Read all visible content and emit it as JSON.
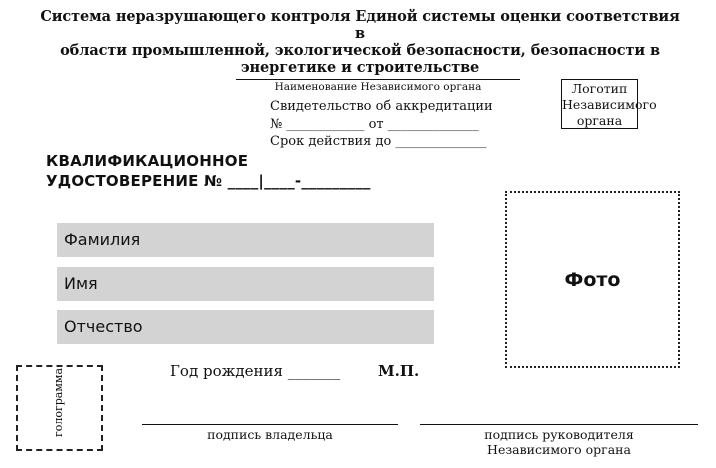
{
  "header": {
    "title_lines": [
      "Система неразрушающего контроля Единой системы оценки соответствия в",
      "области промышленной, экологической безопасности, безопасности в",
      "энергетике и строительстве"
    ]
  },
  "organization": {
    "name_label": "Наименование Независимого органа",
    "certificate_line": "Свидетельство об аккредитации",
    "number_line": "№ ____________ от ______________",
    "validity_line": "Срок действия до ______________"
  },
  "logo_box": {
    "lines": [
      "Логотип",
      "Независимого",
      "органа"
    ]
  },
  "qualification": {
    "line1": "КВАЛИФИКАЦИОННОЕ",
    "line2": "УДОСТОВЕРЕНИЕ № ____|____-_________"
  },
  "fields": {
    "surname": "Фамилия",
    "name": "Имя",
    "patronymic": "Отчество"
  },
  "photo_label": "Фото",
  "hologram_label": "голограмма",
  "birth_year": "Год рождения _______",
  "seal": "М.П.",
  "signatures": {
    "owner": "подпись владельца",
    "head_line1": "подпись руководителя",
    "head_line2": "Независимого органа"
  }
}
